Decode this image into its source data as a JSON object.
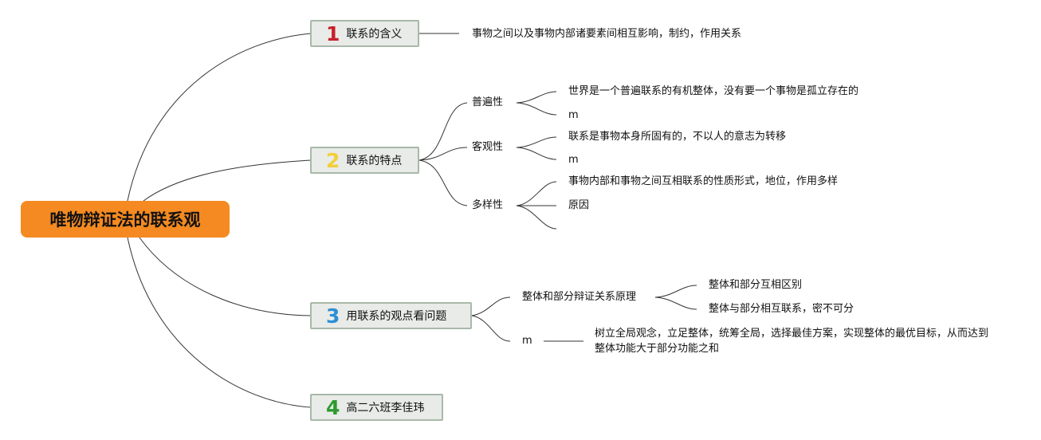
{
  "root": {
    "title": "唯物辩证法的联系观"
  },
  "branches": [
    {
      "num": "1",
      "num_color": "#c8202a",
      "label": "联系的含义"
    },
    {
      "num": "2",
      "num_color": "#f2cf3a",
      "label": "联系的特点"
    },
    {
      "num": "3",
      "num_color": "#2b8fd4",
      "label": "用联系的观点看问题"
    },
    {
      "num": "4",
      "num_color": "#2e9a2e",
      "label": "高二六班李佳玮"
    }
  ],
  "b1": {
    "detail": "事物之间以及事物内部诸要素间相互影响，制约，作用关系"
  },
  "b2": {
    "sub": [
      {
        "label": "普遍性",
        "items": [
          "世界是一个普遍联系的有机整体，没有要一个事物是孤立存在的",
          "m"
        ]
      },
      {
        "label": "客观性",
        "items": [
          "联系是事物本身所固有的，不以人的意志为转移",
          "m"
        ]
      },
      {
        "label": "多样性",
        "items": [
          "事物内部和事物之间互相联系的性质形式，地位，作用多样",
          "原因",
          ""
        ]
      }
    ]
  },
  "b3": {
    "sub1": {
      "label": "整体和部分辩证关系原理",
      "items": [
        "整体和部分互相区别",
        "整体与部分相互联系，密不可分"
      ]
    },
    "sub2": {
      "label": "m",
      "detail": "树立全局观念，立足整体，统筹全局，选择最佳方案，实现整体的最优目标，从而达到整体功能大于部分功能之和"
    }
  }
}
